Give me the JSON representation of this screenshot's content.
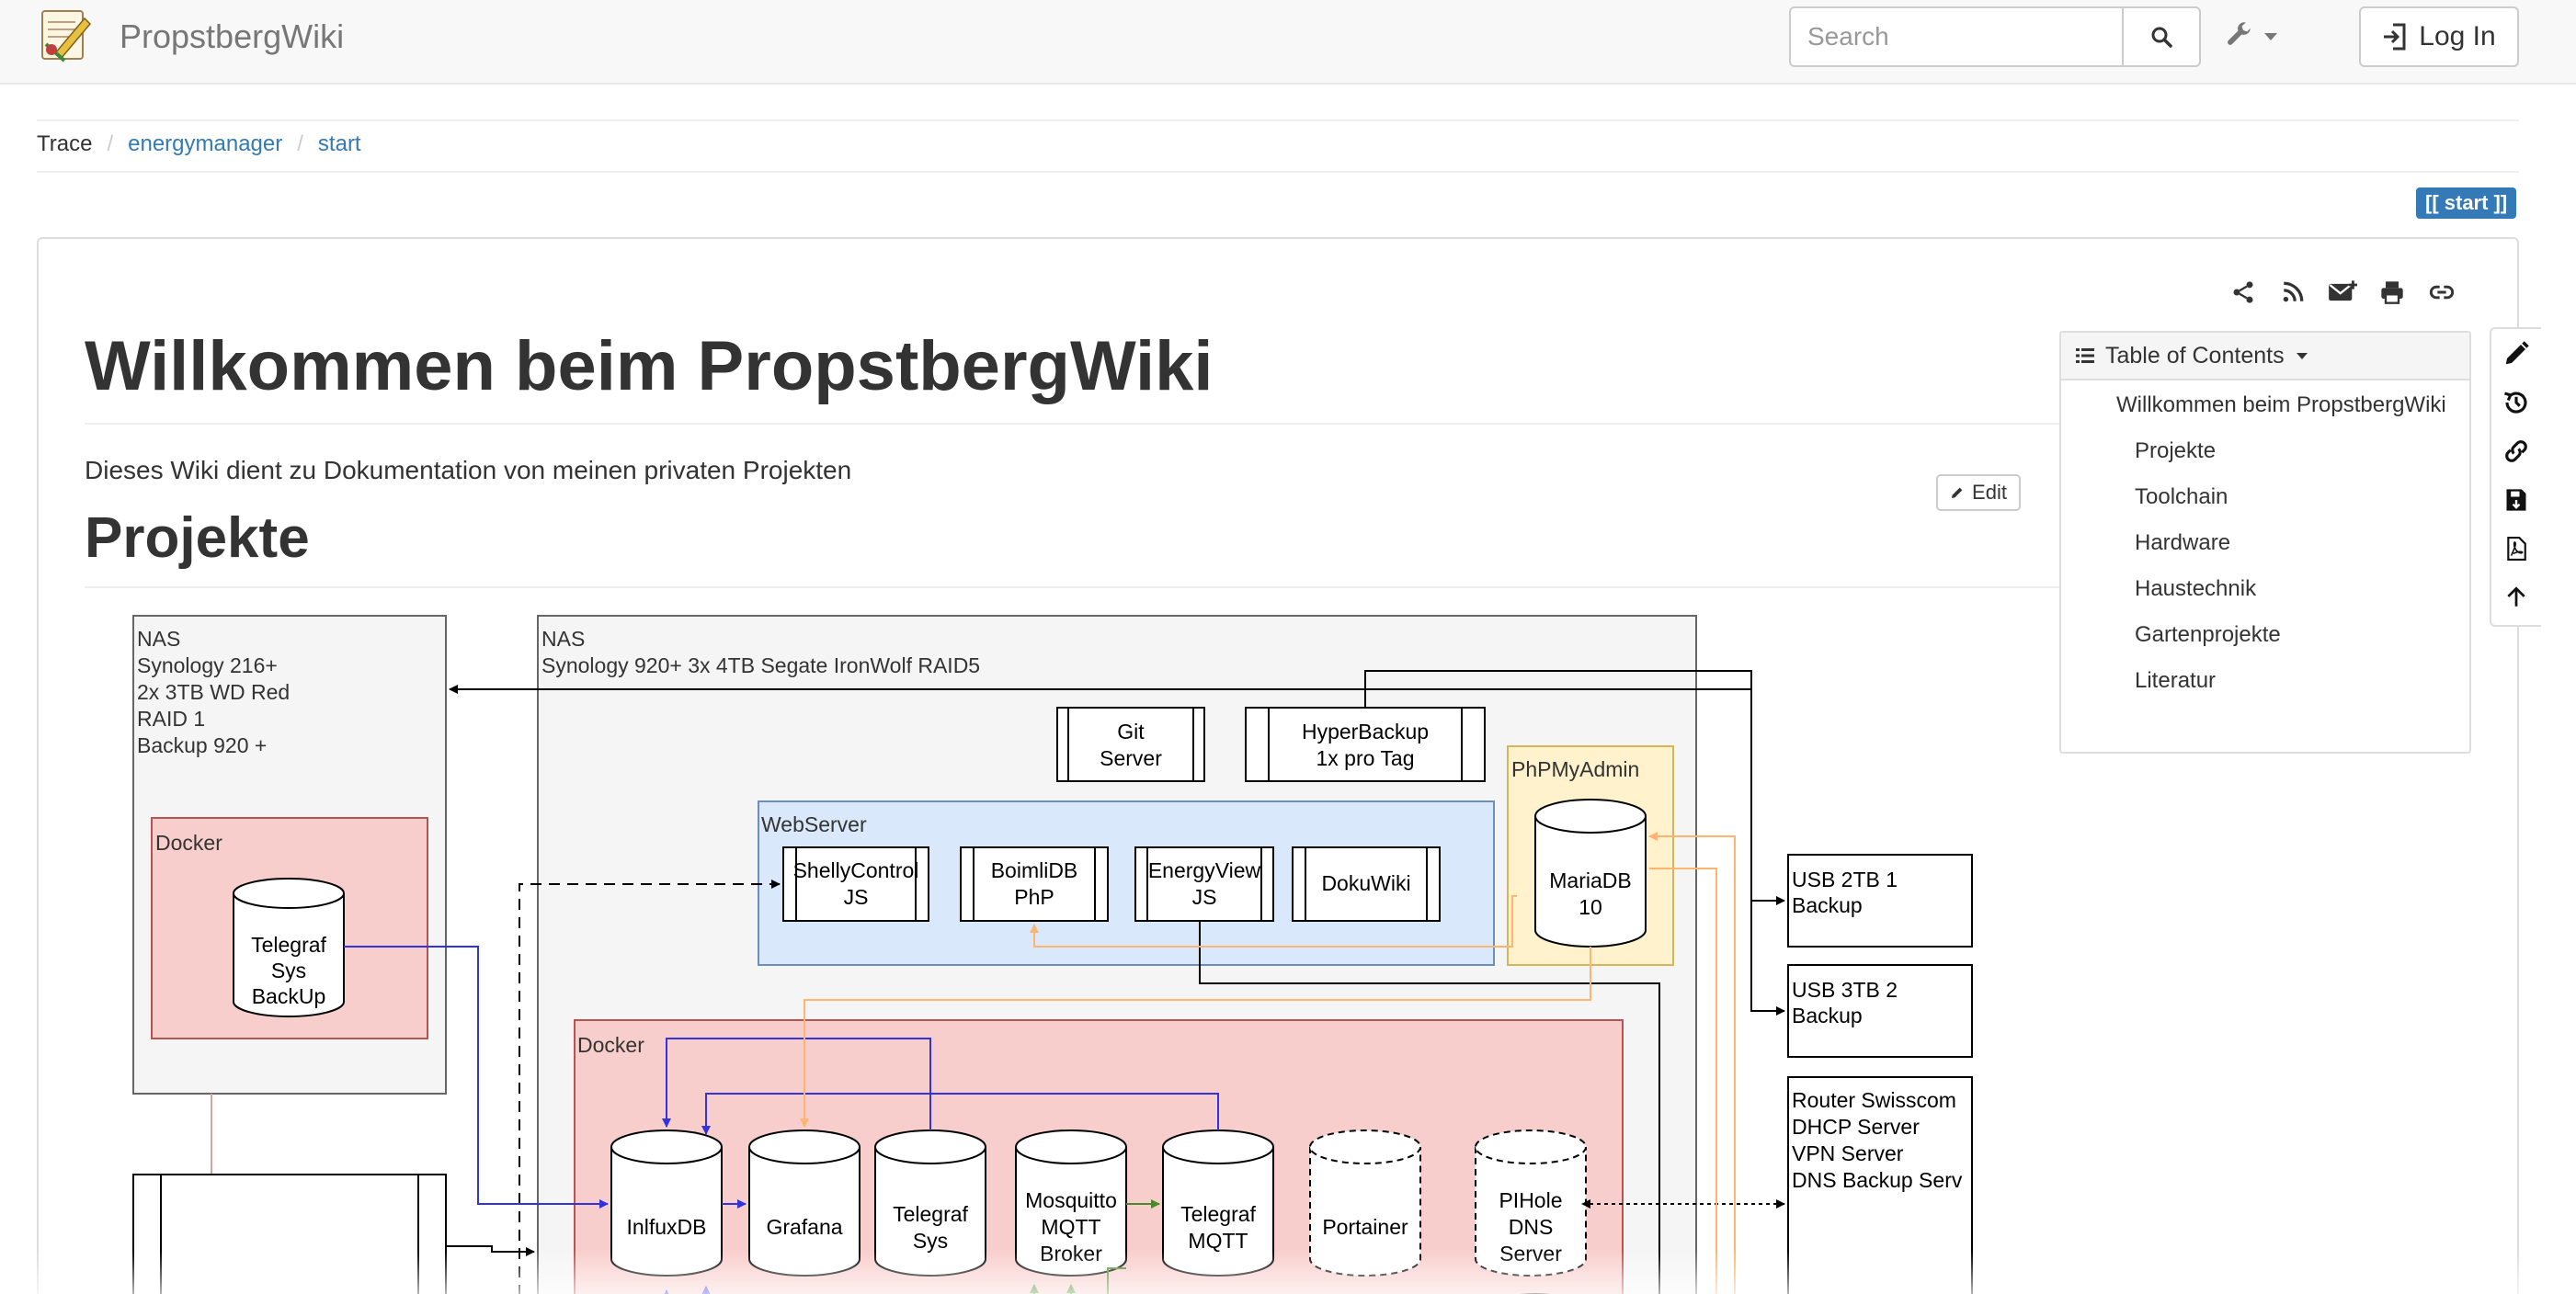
{
  "navbar": {
    "brand": "PropstbergWiki",
    "search_placeholder": "Search",
    "login_label": "Log In"
  },
  "breadcrumb": {
    "label": "Trace",
    "items": [
      "energymanager",
      "start"
    ]
  },
  "pagename": "[[ start ]]",
  "page": {
    "title": "Willkommen beim PropstbergWiki",
    "intro": "Dieses Wiki dient zu Dokumentation von meinen privaten Projekten",
    "edit_label": "Edit",
    "section": "Projekte"
  },
  "toc": {
    "heading": "Table of Contents",
    "top": "Willkommen beim PropstbergWiki",
    "items": [
      "Projekte",
      "Toolchain",
      "Hardware",
      "Haustechnik",
      "Gartenprojekte",
      "Literatur"
    ]
  },
  "icons": {
    "page_tools": [
      "share-icon",
      "rss-icon",
      "email-icon",
      "print-icon",
      "link-icon"
    ],
    "side_tools": [
      "pencil-icon",
      "history-icon",
      "backlink-icon",
      "save-icon",
      "pdf-icon",
      "arrow-up-icon"
    ]
  },
  "diagram": {
    "nas1": [
      "NAS",
      "Synology 216+",
      "2x 3TB WD Red",
      "RAID 1",
      "Backup 920 +"
    ],
    "nas2": [
      "NAS",
      "Synology 920+ 3x 4TB Segate IronWolf RAID5"
    ],
    "docker": "Docker",
    "webserver": "WebServer",
    "phpmyadmin": "PhPMyAdmin",
    "git": [
      "Git",
      "Server"
    ],
    "hyperbackup": [
      "HyperBackup",
      "1x pro Tag"
    ],
    "shelly": [
      "ShellyControl",
      "JS"
    ],
    "boimli": [
      "BoimliDB",
      "PhP"
    ],
    "energyview": [
      "EnergyView",
      "JS"
    ],
    "dokuwiki": "DokuWiki",
    "mariadb": [
      "MariaDB",
      "10"
    ],
    "telegraf_backup": [
      "Telegraf",
      "Sys",
      "BackUp"
    ],
    "influx": "InlfuxDB",
    "grafana": "Grafana",
    "telegraf_sys": [
      "Telegraf",
      "Sys"
    ],
    "mosquitto": [
      "Mosquitto",
      "MQTT",
      "Broker"
    ],
    "telegraf_mqtt": [
      "Telegraf",
      "MQTT"
    ],
    "portainer": "Portainer",
    "pihole": [
      "PIHole",
      "DNS",
      "Server"
    ],
    "usb1": [
      "USB 2TB 1",
      "Backup"
    ],
    "usb2": [
      "USB 3TB 2",
      "Backup"
    ],
    "router": [
      "Router Swisscom",
      "DHCP Server",
      "VPN Server",
      "DNS Backup Serv"
    ]
  },
  "colors": {
    "link": "#337ab7",
    "badge": "#337ab7",
    "docker_fill": "#f8cecc",
    "docker_stroke": "#b85450",
    "webserver_fill": "#dae8fc",
    "webserver_stroke": "#6c8ebf",
    "phpmyadmin_fill": "#fff2cc",
    "phpmyadmin_stroke": "#d6b656",
    "orange_line": "#ffb570",
    "blue_line": "#3333dd",
    "green_line": "#4a8a2a"
  }
}
